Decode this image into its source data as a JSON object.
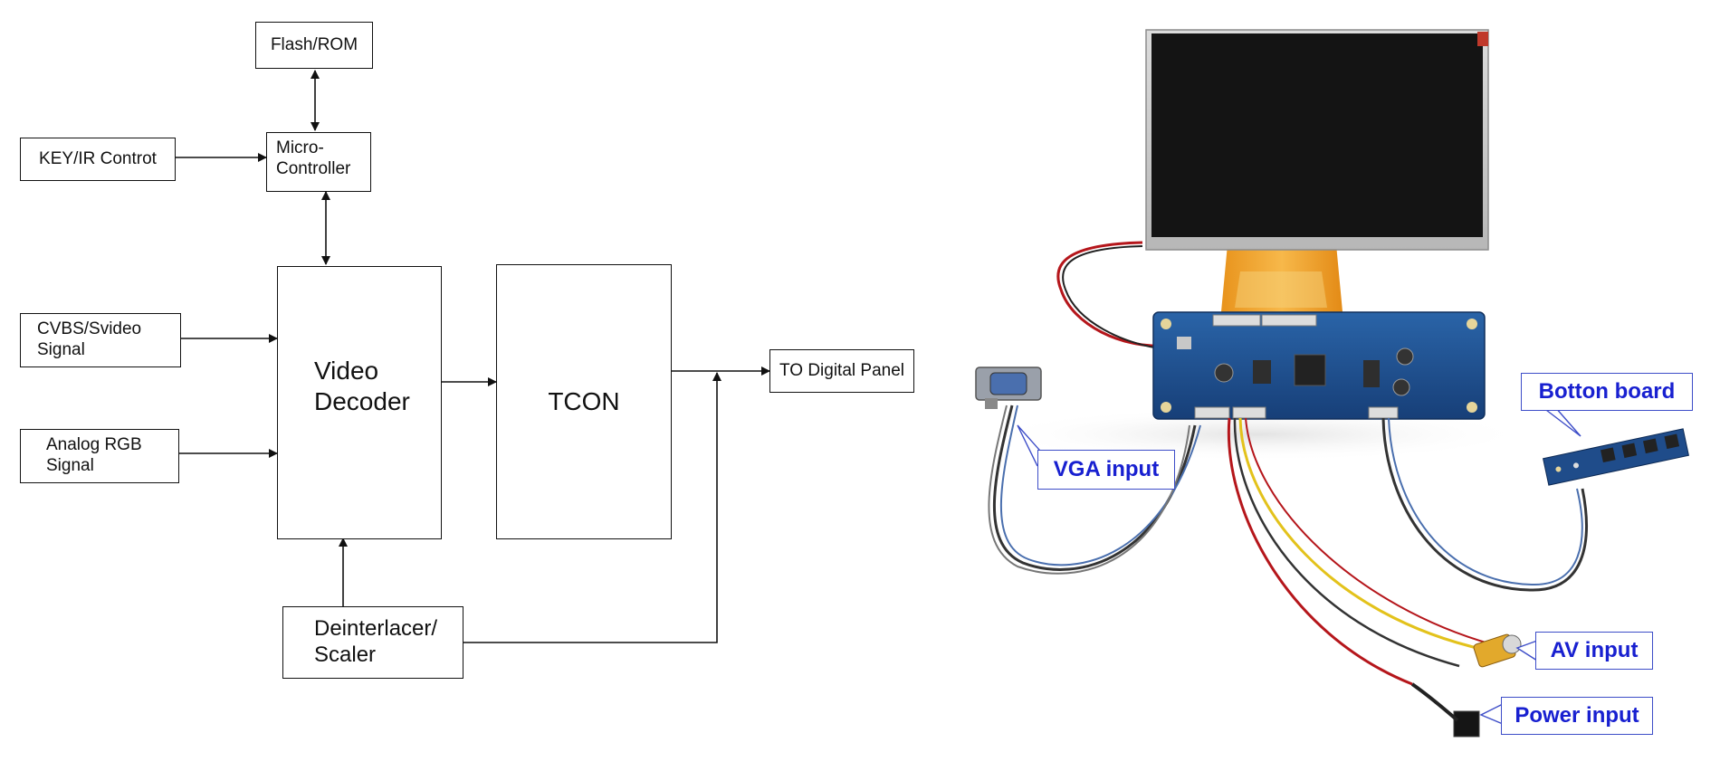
{
  "block_diagram": {
    "flash_rom": "Flash/ROM",
    "micro_controller": [
      "Micro-",
      "Controller"
    ],
    "key_ir": "KEY/IR Controt",
    "cvbs": [
      "CVBS/Svideo",
      "Signal"
    ],
    "analog_rgb": [
      "Analog RGB",
      "Signal"
    ],
    "video_decoder": [
      "Video",
      "Decoder"
    ],
    "tcon": "TCON",
    "to_panel": "TO Digital Panel",
    "deinterlacer": [
      "Deinterlacer/",
      "Scaler"
    ]
  },
  "photo_labels": {
    "vga": "VGA input",
    "botton": "Botton board",
    "av": "AV input",
    "power": "Power input"
  },
  "colors": {
    "label_text": "#1820d0",
    "label_border": "#3d4dc8",
    "pcb": "#1c4f8f",
    "screen": "#141414",
    "bezel": "#c9c9c9",
    "flex_cable": "#e8931c"
  }
}
